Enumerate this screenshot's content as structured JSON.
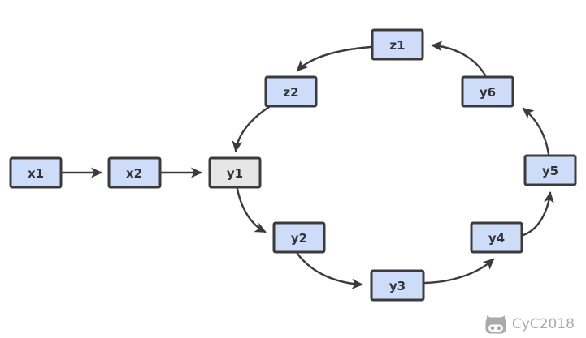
{
  "diagram": {
    "title": "linked-list-cycle-diagram",
    "nodes": [
      {
        "id": "x1",
        "label": "x1",
        "highlighted": false
      },
      {
        "id": "x2",
        "label": "x2",
        "highlighted": false
      },
      {
        "id": "y1",
        "label": "y1",
        "highlighted": true
      },
      {
        "id": "y2",
        "label": "y2",
        "highlighted": false
      },
      {
        "id": "y3",
        "label": "y3",
        "highlighted": false
      },
      {
        "id": "y4",
        "label": "y4",
        "highlighted": false
      },
      {
        "id": "y5",
        "label": "y5",
        "highlighted": false
      },
      {
        "id": "y6",
        "label": "y6",
        "highlighted": false
      },
      {
        "id": "z1",
        "label": "z1",
        "highlighted": false
      },
      {
        "id": "z2",
        "label": "z2",
        "highlighted": false
      }
    ],
    "edges": [
      {
        "from": "x1",
        "to": "x2"
      },
      {
        "from": "x2",
        "to": "y1"
      },
      {
        "from": "y1",
        "to": "y2"
      },
      {
        "from": "y2",
        "to": "y3"
      },
      {
        "from": "y3",
        "to": "y4"
      },
      {
        "from": "y4",
        "to": "y5"
      },
      {
        "from": "y5",
        "to": "y6"
      },
      {
        "from": "y6",
        "to": "z1"
      },
      {
        "from": "z1",
        "to": "z2"
      },
      {
        "from": "z2",
        "to": "y1"
      }
    ]
  },
  "watermark": {
    "label": "CyC2018",
    "icon": "github-octocat-icon"
  },
  "colors": {
    "node-fill": "#ccdcf9",
    "node-border": "#3b3b3b",
    "node-text": "#333333",
    "highlight-fill": "#e6e6e6",
    "edge": "#3b3b3b",
    "watermark": "#aaaaaa",
    "background": "#ffffff"
  }
}
